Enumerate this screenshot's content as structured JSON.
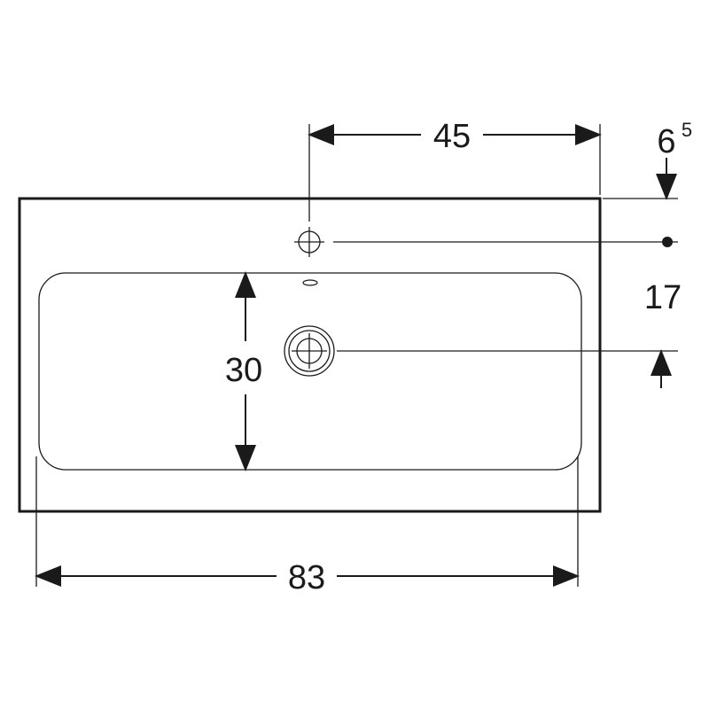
{
  "dimensions": {
    "tap_to_edge": "45",
    "top_offset_main": "6",
    "top_offset_sup": "5",
    "tap_to_drain": "17",
    "bowl_depth": "30",
    "bowl_width": "83"
  },
  "colors": {
    "line": "#1a1a1a",
    "background": "#ffffff"
  }
}
